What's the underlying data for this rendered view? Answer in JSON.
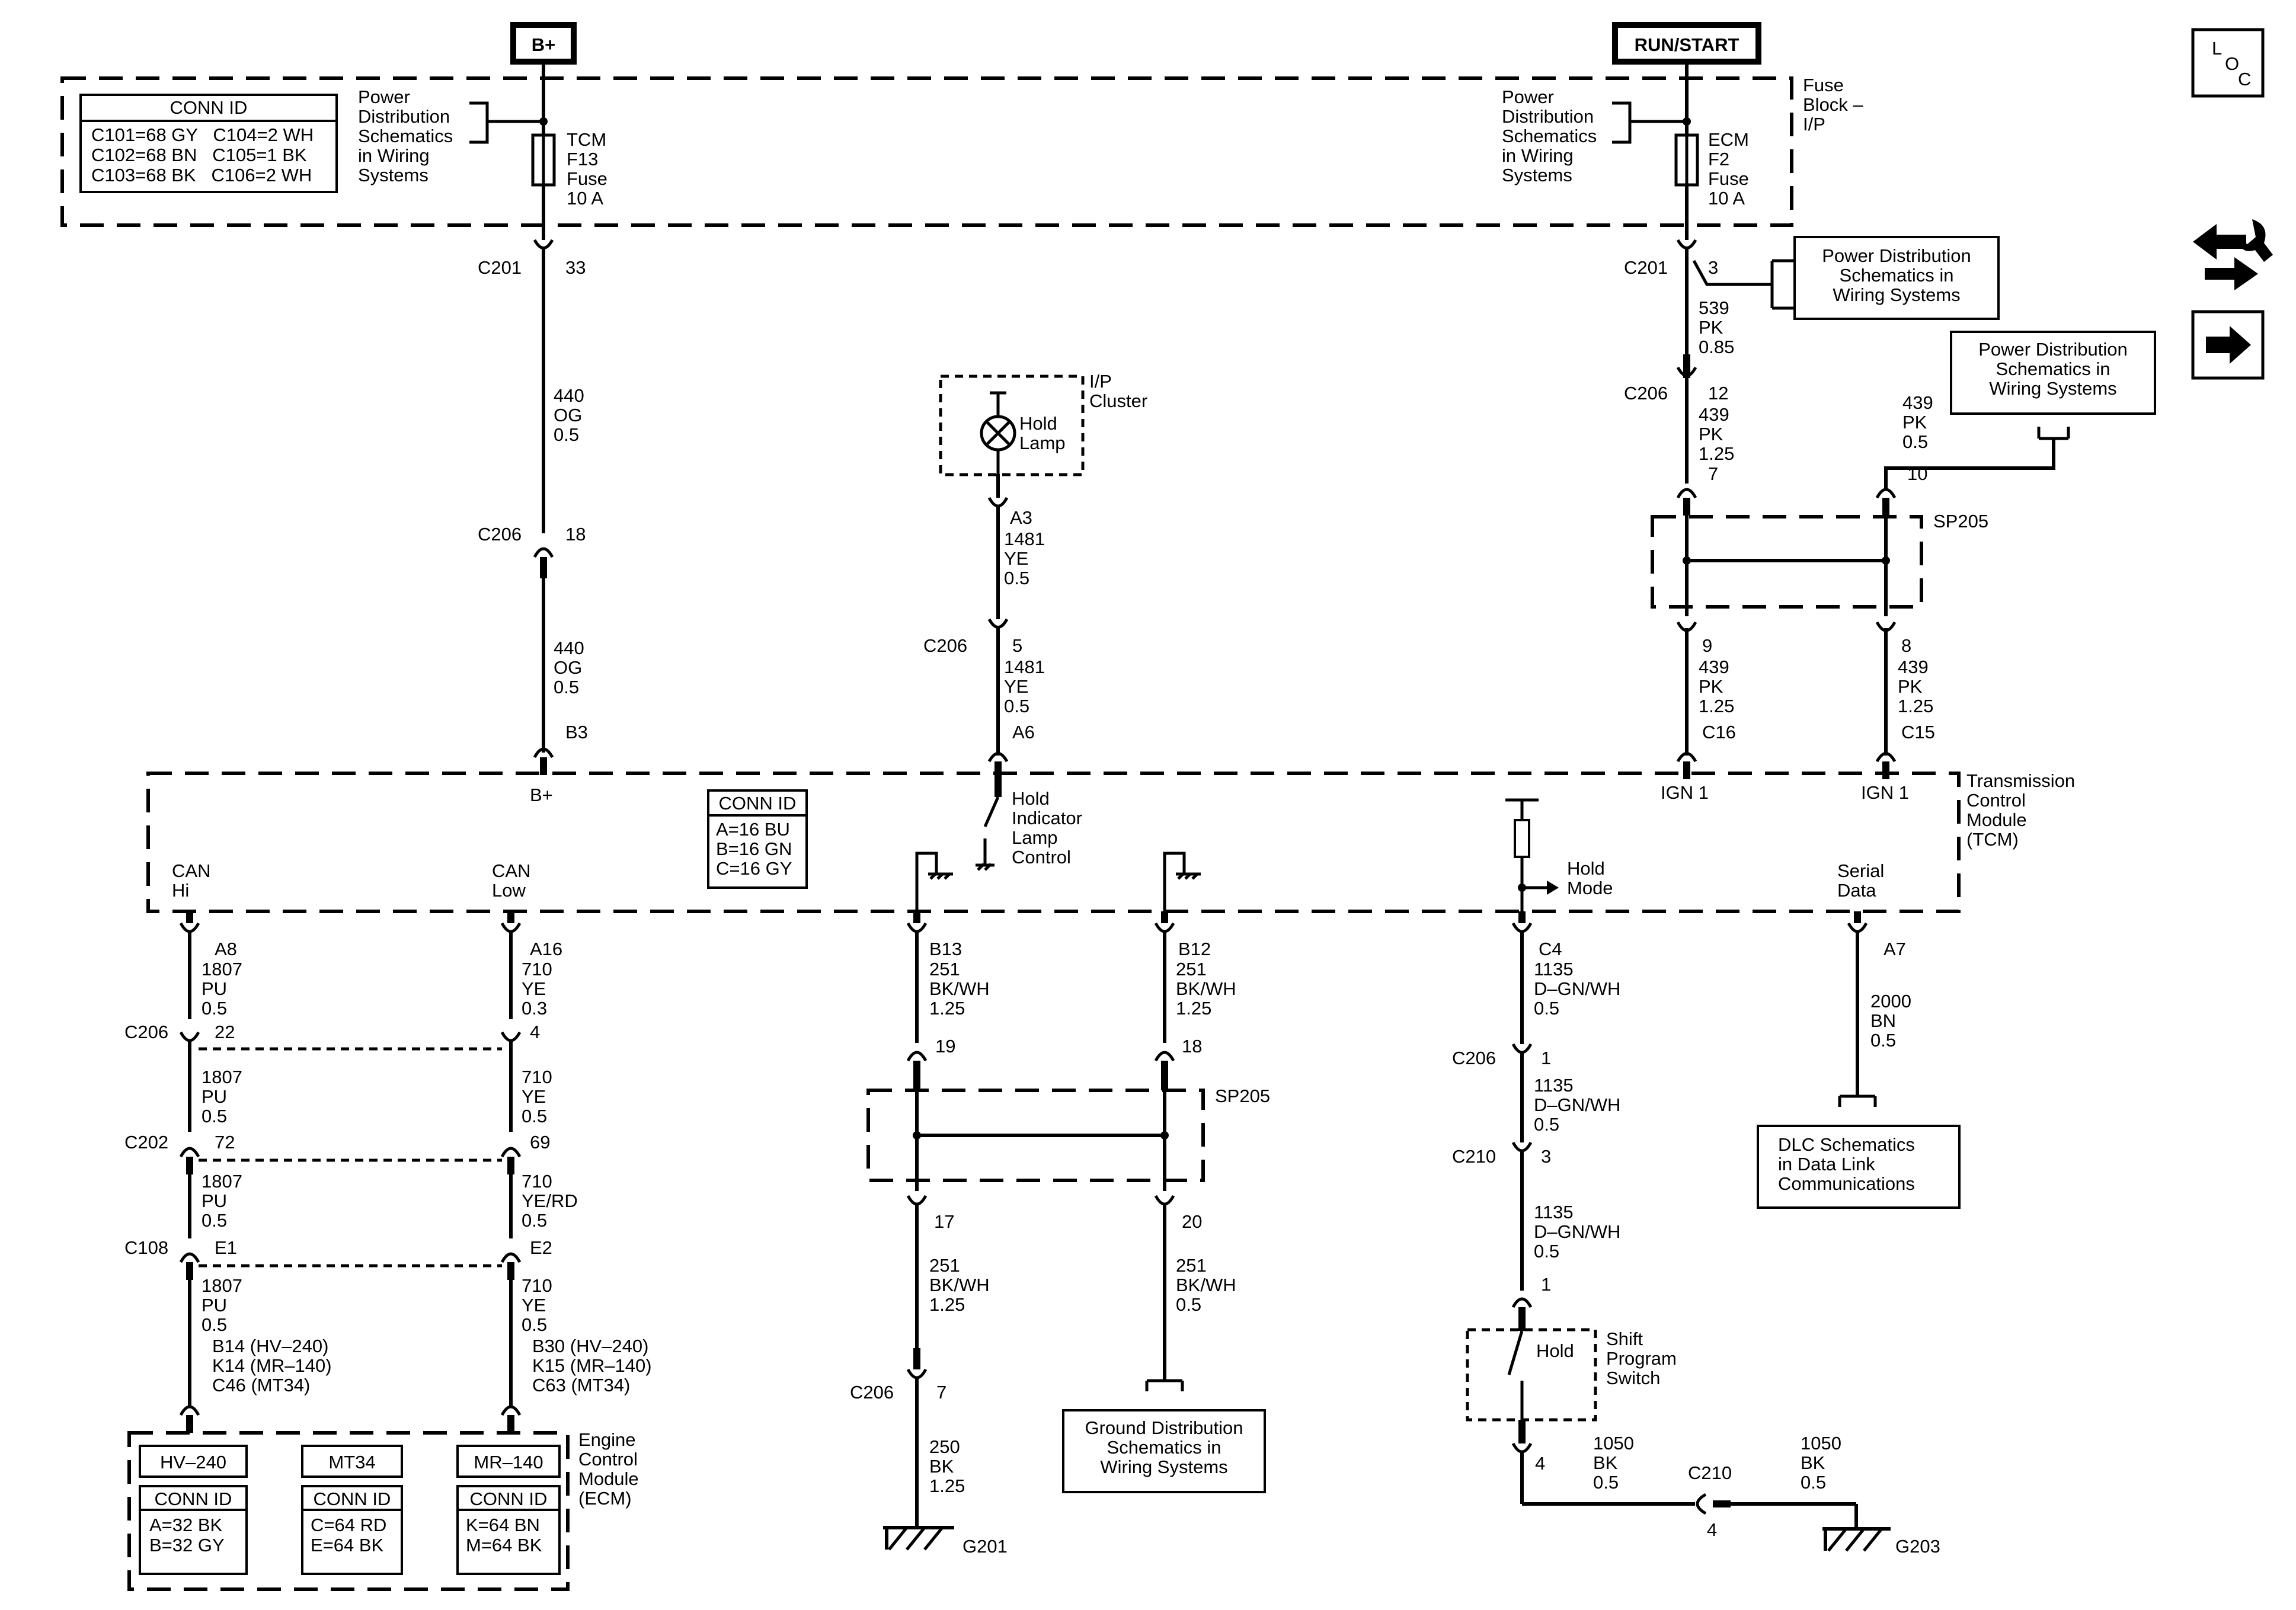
{
  "sources": {
    "bplus": "B+",
    "runstart": "RUN/START"
  },
  "fuse_block": {
    "label": [
      "Fuse",
      "Block –",
      "I/P"
    ],
    "conn_id": {
      "title": "CONN ID",
      "rows": [
        "C101=68 GY   C104=2 WH",
        "C102=68 BN   C105=1 BK",
        "C103=68 BK   C106=2 WH"
      ]
    },
    "pd_left": [
      "Power",
      "Distribution",
      "Schematics",
      "in Wiring",
      "Systems"
    ],
    "pd_right": [
      "Power",
      "Distribution",
      "Schematics",
      "in Wiring",
      "Systems"
    ],
    "fuse_tcm": [
      "TCM",
      "F13",
      "Fuse",
      "10 A"
    ],
    "fuse_ecm": [
      "ECM",
      "F2",
      "Fuse",
      "10 A"
    ]
  },
  "side_icons": {
    "loc": [
      "L",
      "O",
      "C"
    ],
    "tools": "tools-icon",
    "arrow": "arrow-right-icon"
  },
  "ref_boxes": {
    "pd1": [
      "Power Distribution",
      "Schematics in",
      "Wiring Systems"
    ],
    "pd2": [
      "Power Distribution",
      "Schematics in",
      "Wiring Systems"
    ],
    "gd": [
      "Ground Distribution",
      "Schematics in",
      "Wiring Systems"
    ],
    "dlc": [
      "DLC Schematics",
      "in Data Link",
      "Communications"
    ]
  },
  "wire_b": {
    "c201": "C201",
    "pin33": "33",
    "w1": [
      "440",
      "OG",
      "0.5"
    ],
    "c206": "C206",
    "pin18": "18",
    "w2": [
      "440",
      "OG",
      "0.5"
    ],
    "b3": "B3"
  },
  "ip_cluster": {
    "label": [
      "I/P",
      "Cluster"
    ],
    "lamp": [
      "Hold",
      "Lamp"
    ],
    "a3": "A3",
    "w1": [
      "1481",
      "YE",
      "0.5"
    ],
    "c206": "C206",
    "pin5": "5",
    "w2": [
      "1481",
      "YE",
      "0.5"
    ],
    "a6": "A6"
  },
  "ign": {
    "c201": "C201",
    "pin3": "3",
    "w1": [
      "539",
      "PK",
      "0.85"
    ],
    "c206": "C206",
    "pin12": "12",
    "w2": [
      "439",
      "PK",
      "1.25"
    ],
    "pin7": "7",
    "w3": [
      "439",
      "PK",
      "0.5"
    ],
    "pin10": "10",
    "sp205": "SP205",
    "pin9": "9",
    "w4": [
      "439",
      "PK",
      "1.25"
    ],
    "c16": "C16",
    "pin8": "8",
    "w5": [
      "439",
      "PK",
      "1.25"
    ],
    "c15": "C15"
  },
  "tcm": {
    "title": [
      "Transmission",
      "Control",
      "Module",
      "(TCM)"
    ],
    "conn_id": {
      "title": "CONN ID",
      "rows": [
        "A=16 BU",
        "B=16 GN",
        "C=16 GY"
      ]
    },
    "bplus": "B+",
    "ign1a": "IGN 1",
    "ign1b": "IGN 1",
    "can_hi": [
      "CAN",
      "Hi"
    ],
    "can_low": [
      "CAN",
      "Low"
    ],
    "hold_ind": [
      "Hold",
      "Indicator",
      "Lamp",
      "Control"
    ],
    "hold_mode": [
      "Hold",
      "Mode"
    ],
    "serial": [
      "Serial",
      "Data"
    ]
  },
  "can": {
    "a8": "A8",
    "hi1": [
      "1807",
      "PU",
      "0.5"
    ],
    "c206": "C206",
    "p22": "22",
    "hi2": [
      "1807",
      "PU",
      "0.5"
    ],
    "c202": "C202",
    "p72": "72",
    "hi3": [
      "1807",
      "PU",
      "0.5"
    ],
    "c108": "C108",
    "e1": "E1",
    "hi4": [
      "1807",
      "PU",
      "0.5"
    ],
    "hi_pins": [
      "B14 (HV–240)",
      "K14 (MR–140)",
      "C46 (MT34)"
    ],
    "a16": "A16",
    "lo1": [
      "710",
      "YE",
      "0.3"
    ],
    "p4": "4",
    "lo2": [
      "710",
      "YE",
      "0.5"
    ],
    "p69": "69",
    "lo3": [
      "710",
      "YE/RD",
      "0.5"
    ],
    "e2": "E2",
    "lo4": [
      "710",
      "YE",
      "0.5"
    ],
    "lo_pins": [
      "B30 (HV–240)",
      "K15 (MR–140)",
      "C63 (MT34)"
    ]
  },
  "ecm": {
    "title": [
      "Engine",
      "Control",
      "Module",
      "(ECM)"
    ],
    "hv": "HV–240",
    "mt": "MT34",
    "mr": "MR–140",
    "hv_conn": {
      "title": "CONN ID",
      "rows": [
        "A=32 BK",
        "B=32 GY"
      ]
    },
    "mt_conn": {
      "title": "CONN ID",
      "rows": [
        "C=64 RD",
        "E=64 BK"
      ]
    },
    "mr_conn": {
      "title": "CONN ID",
      "rows": [
        "K=64 BN",
        "M=64 BK"
      ]
    }
  },
  "ground": {
    "b13": "B13",
    "g1": [
      "251",
      "BK/WH",
      "1.25"
    ],
    "p19": "19",
    "b12": "B12",
    "g2": [
      "251",
      "BK/WH",
      "1.25"
    ],
    "p18": "18",
    "sp205": "SP205",
    "p17": "17",
    "g3": [
      "251",
      "BK/WH",
      "1.25"
    ],
    "p20": "20",
    "g4": [
      "251",
      "BK/WH",
      "0.5"
    ],
    "c206": "C206",
    "p7": "7",
    "g5": [
      "250",
      "BK",
      "1.25"
    ],
    "g201": "G201"
  },
  "hold": {
    "c4": "C4",
    "h1": [
      "1135",
      "D–GN/WH",
      "0.5"
    ],
    "c206": "C206",
    "p1": "1",
    "h2": [
      "1135",
      "D–GN/WH",
      "0.5"
    ],
    "c210": "C210",
    "p3": "3",
    "h3": [
      "1135",
      "D–GN/WH",
      "0.5"
    ],
    "p1b": "1",
    "switch": [
      "Shift",
      "Program",
      "Switch"
    ],
    "hold_lbl": "Hold",
    "p4": "4",
    "h4": [
      "1050",
      "BK",
      "0.5"
    ],
    "c210b": "C210",
    "p4b": "4",
    "h5": [
      "1050",
      "BK",
      "0.5"
    ],
    "g203": "G203"
  },
  "serial": {
    "a7": "A7",
    "s1": [
      "2000",
      "BN",
      "0.5"
    ]
  }
}
